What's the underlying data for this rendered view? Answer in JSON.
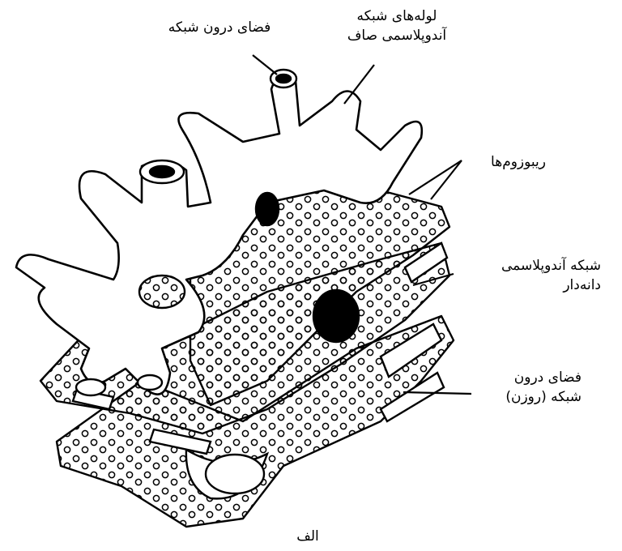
{
  "labels": {
    "er_lumen": "فضای درون شبکه",
    "smooth_er_line1": "لوله‌های شبکه",
    "smooth_er_line2": "آندوپلاسمی صاف",
    "ribosomes": "ریبوزوم‌ها",
    "rough_er_line1": "شبکه آندوپلاسمی",
    "rough_er_line2": "دانه‌دار",
    "cisterna_line1": "فضای درون",
    "cisterna_line2": "شبکه (روزن)",
    "caption": "الف"
  },
  "style": {
    "ink": "#000000",
    "tube_fill": "#ffffff",
    "paper": "#ffffff"
  }
}
